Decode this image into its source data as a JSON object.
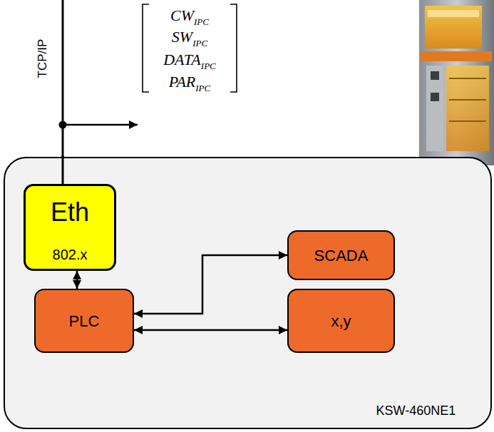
{
  "diagram": {
    "nodes": [
      {
        "text": [
          "KSW-460NE1"
        ]
      },
      {
        "text": [
          "Eth",
          "802.x"
        ],
        "in": 0
      },
      {
        "text": [
          "PLC"
        ],
        "in": 0
      },
      {
        "text": [
          "SCADA"
        ],
        "in": 0
      },
      {
        "text": [
          "x,y"
        ],
        "in": 0
      }
    ],
    "edges": [
      {
        "from": 1,
        "to": 2,
        "arrow": "both"
      },
      {
        "from": 2,
        "to": 3,
        "arrow": "both"
      },
      {
        "from": 2,
        "to": 4,
        "arrow": "both"
      }
    ],
    "labels": [
      "TCP/IP",
      "CW",
      "IPC",
      "SW",
      "IPC",
      "DATA",
      "IPC",
      "PAR",
      "IPC"
    ]
  }
}
